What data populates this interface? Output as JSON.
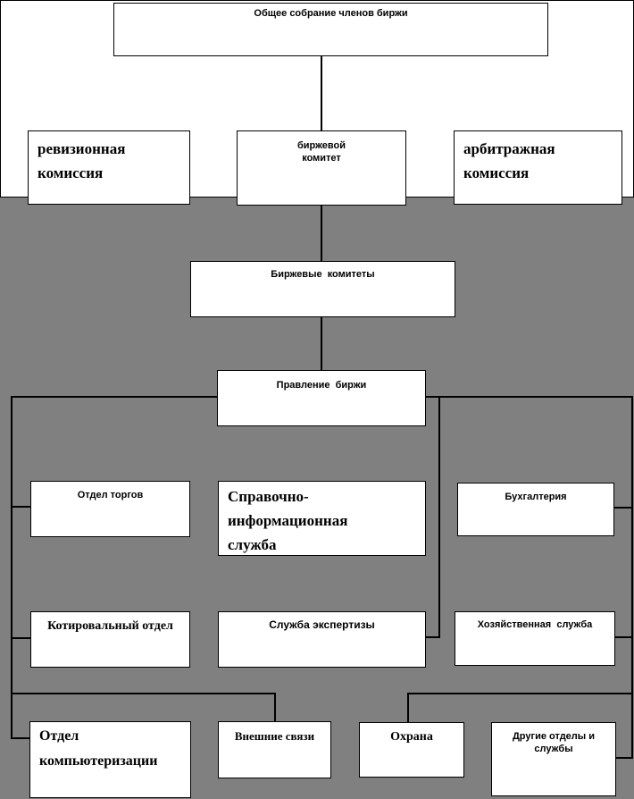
{
  "diagram": {
    "type": "org-chart",
    "language": "ru",
    "colors": {
      "background": "#808080",
      "box_fill": "#ffffff",
      "line": "#000000",
      "text": "#000000"
    },
    "nodes": {
      "general_meeting": {
        "label": "Общее собрание членов биржи"
      },
      "revision_commission": {
        "label": "ревизионная\nкомиссия"
      },
      "exchange_committee": {
        "label": "биржевой\nкомитет"
      },
      "arbitration_commission": {
        "label": "арбитражная\nкомиссия"
      },
      "exchange_committees": {
        "label": "Биржевые  комитеты"
      },
      "board": {
        "label": "Правление  биржи"
      },
      "trading_department": {
        "label": "Отдел торгов"
      },
      "info_service": {
        "label": "Справочно-\nинформационная\nслужба"
      },
      "accounting": {
        "label": "Бухгалтерия"
      },
      "quotation_department": {
        "label": "Котировальный отдел"
      },
      "expertise_service": {
        "label": "Служба экспертизы"
      },
      "household_service": {
        "label": "Хозяйственная  служба"
      },
      "computerization_department": {
        "label": "Отдел\nкомпьютеризации"
      },
      "external_relations": {
        "label": "Внешние связи"
      },
      "security": {
        "label": "Охрана"
      },
      "other_departments": {
        "label": "Другие отделы и\nслужбы"
      }
    }
  }
}
